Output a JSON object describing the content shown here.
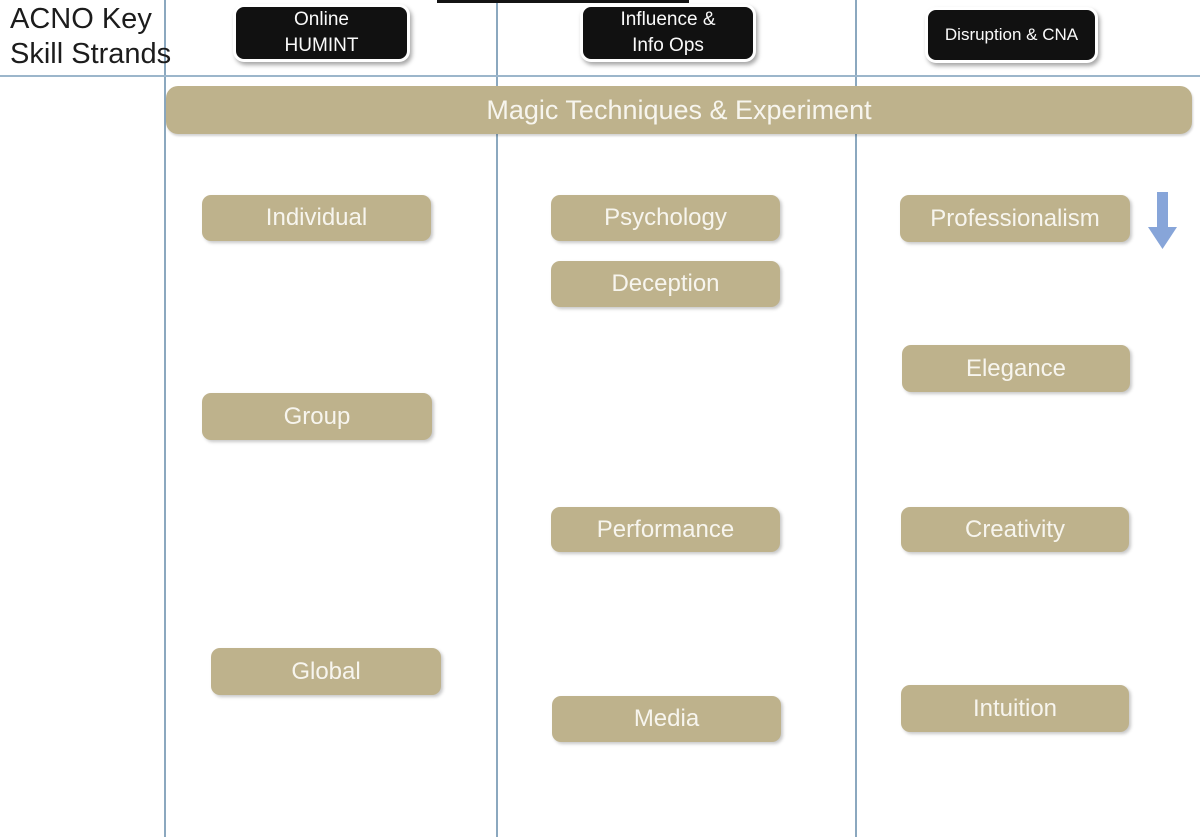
{
  "title": {
    "line1": "ACNO Key",
    "line2": "Skill Strands"
  },
  "banner": {
    "label": "Magic Techniques & Experiment"
  },
  "columns": [
    {
      "header": {
        "line1": "Online",
        "line2": "HUMINT"
      },
      "skills": [
        {
          "label": "Individual"
        },
        {
          "label": "Group"
        },
        {
          "label": "Global"
        }
      ]
    },
    {
      "header": {
        "line1": "Influence &",
        "line2": "Info Ops"
      },
      "skills": [
        {
          "label": "Psychology"
        },
        {
          "label": "Deception"
        },
        {
          "label": "Performance"
        },
        {
          "label": "Media"
        }
      ]
    },
    {
      "header": {
        "line1": "Disruption & CNA"
      },
      "skills": [
        {
          "label": "Professionalism"
        },
        {
          "label": "Elegance"
        },
        {
          "label": "Creativity"
        },
        {
          "label": "Intuition"
        }
      ]
    }
  ],
  "icons": {
    "down_arrow": "down-arrow"
  },
  "colors": {
    "skill_box_fill": "#beb28c",
    "skill_box_text": "#f7f5ee",
    "header_box_fill": "#111111",
    "header_box_text": "#fafafa",
    "grid_line": "#8ba8bf",
    "top_rule": "#9cb6cb",
    "arrow": "#87a5d9",
    "title_text": "#1c1c1c"
  }
}
